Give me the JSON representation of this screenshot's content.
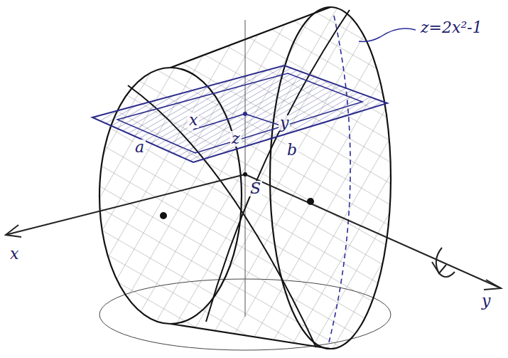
{
  "diagram": {
    "labels": [
      "z=2x²-1",
      "x",
      "z",
      "y",
      "a",
      "b",
      "S",
      "x",
      "y"
    ]
  }
}
